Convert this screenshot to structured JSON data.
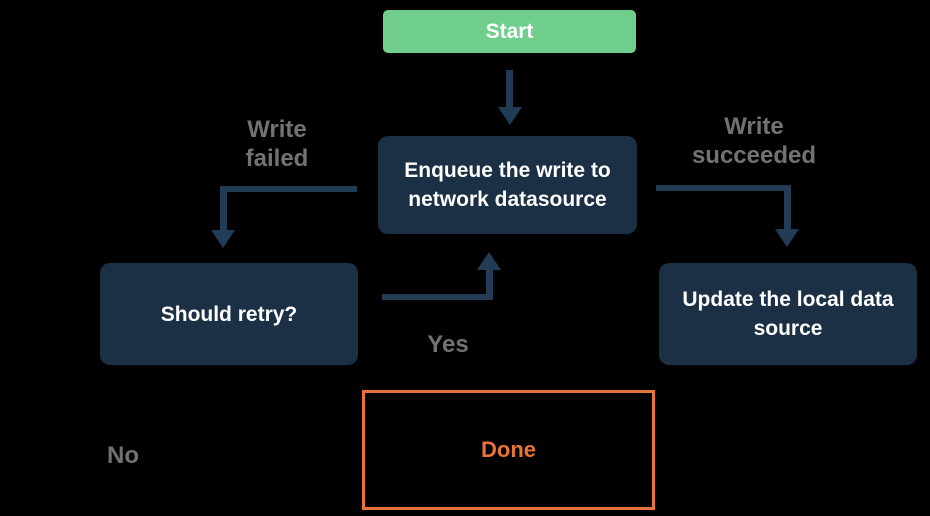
{
  "diagram": {
    "background": "#000000",
    "nodes": {
      "start": {
        "label": "Start",
        "fill": "#6FCE8C",
        "text_color": "#FFFFFF"
      },
      "enqueue": {
        "line1": "Enqueue the write to",
        "line2": "network datasource",
        "fill": "#1B3044",
        "text_color": "#FFFFFF"
      },
      "should_retry": {
        "label": "Should retry?",
        "fill": "#1B3044",
        "text_color": "#FFFFFF"
      },
      "update_local": {
        "line1": "Update the local data",
        "line2": "source",
        "fill": "#1B3044",
        "text_color": "#FFFFFF"
      },
      "done": {
        "label": "Done",
        "fill": "none",
        "border_color": "#E8743C",
        "text_color": "#E8743C"
      }
    },
    "edges": [
      {
        "from": "start",
        "to": "enqueue",
        "label": ""
      },
      {
        "from": "enqueue",
        "to": "should_retry",
        "label": "Write failed"
      },
      {
        "from": "enqueue",
        "to": "update_local",
        "label": "Write succeeded"
      },
      {
        "from": "should_retry",
        "to": "enqueue",
        "label": "Yes"
      },
      {
        "from": "should_retry",
        "to": "done",
        "label": "No"
      }
    ],
    "edge_labels": {
      "write_failed": {
        "line1": "Write",
        "line2": "failed"
      },
      "write_succeeded": {
        "line1": "Write",
        "line2": "succeeded"
      },
      "yes": "Yes",
      "no": "No"
    },
    "colors": {
      "arrow": "#213C54",
      "edge_label_gray": "#707274"
    }
  }
}
